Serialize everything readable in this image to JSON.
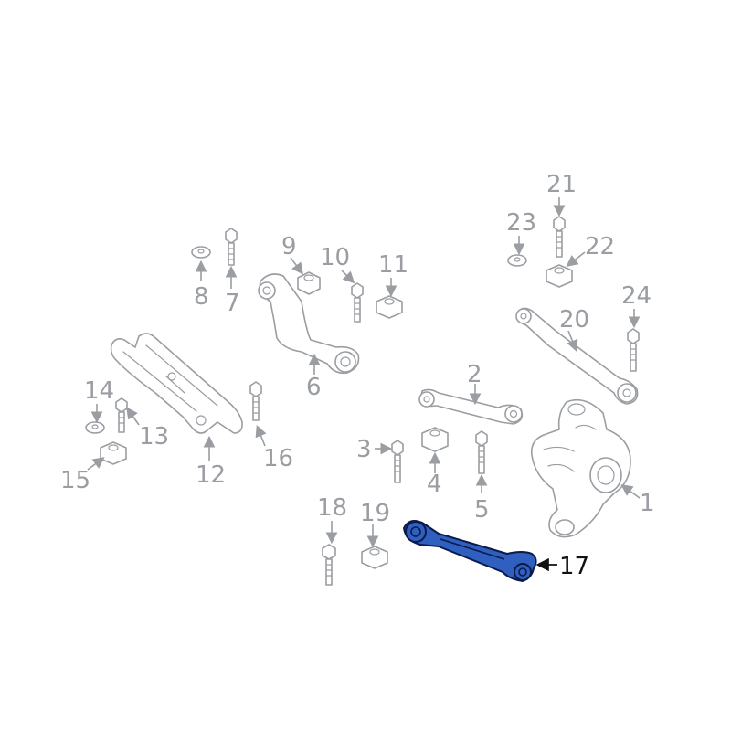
{
  "diagram": {
    "callouts": [
      {
        "id": "1",
        "label": "1"
      },
      {
        "id": "2",
        "label": "2"
      },
      {
        "id": "3",
        "label": "3"
      },
      {
        "id": "4",
        "label": "4"
      },
      {
        "id": "5",
        "label": "5"
      },
      {
        "id": "6",
        "label": "6"
      },
      {
        "id": "7",
        "label": "7"
      },
      {
        "id": "8",
        "label": "8"
      },
      {
        "id": "9",
        "label": "9"
      },
      {
        "id": "10",
        "label": "10"
      },
      {
        "id": "11",
        "label": "11"
      },
      {
        "id": "12",
        "label": "12"
      },
      {
        "id": "13",
        "label": "13"
      },
      {
        "id": "14",
        "label": "14"
      },
      {
        "id": "15",
        "label": "15"
      },
      {
        "id": "16",
        "label": "16"
      },
      {
        "id": "17",
        "label": "17"
      },
      {
        "id": "18",
        "label": "18"
      },
      {
        "id": "19",
        "label": "19"
      },
      {
        "id": "20",
        "label": "20"
      },
      {
        "id": "21",
        "label": "21"
      },
      {
        "id": "22",
        "label": "22"
      },
      {
        "id": "23",
        "label": "23"
      },
      {
        "id": "24",
        "label": "24"
      }
    ],
    "highlighted_part": "17",
    "colors": {
      "part_outline": "#9a9da2",
      "highlight_fill": "#2f5fbf",
      "highlight_outline": "#0b1a4a",
      "highlight_label": "#111111"
    }
  }
}
